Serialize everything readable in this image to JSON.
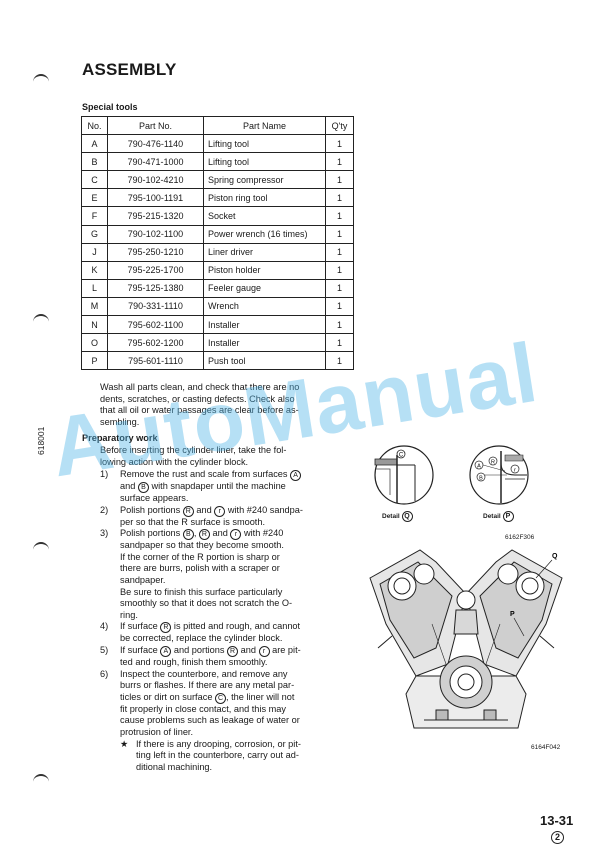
{
  "page": {
    "title": "ASSEMBLY",
    "side_code": "618001",
    "page_number": "13-31",
    "revision": "2",
    "watermark": "AutoManual"
  },
  "special_tools": {
    "heading": "Special tools",
    "columns": [
      "No.",
      "Part No.",
      "Part Name",
      "Q'ty"
    ],
    "rows": [
      [
        "A",
        "790-476-1140",
        "Lifting tool",
        "1"
      ],
      [
        "B",
        "790-471-1000",
        "Lifting tool",
        "1"
      ],
      [
        "C",
        "790-102-4210",
        "Spring compressor",
        "1"
      ],
      [
        "E",
        "795-100-1191",
        "Piston ring tool",
        "1"
      ],
      [
        "F",
        "795-215-1320",
        "Socket",
        "1"
      ],
      [
        "G",
        "790-102-1100",
        "Power wrench (16 times)",
        "1"
      ],
      [
        "J",
        "795-250-1210",
        "Liner driver",
        "1"
      ],
      [
        "K",
        "795-225-1700",
        "Piston holder",
        "1"
      ],
      [
        "L",
        "795-125-1380",
        "Feeler gauge",
        "1"
      ],
      [
        "M",
        "790-331-1110",
        "Wrench",
        "1"
      ],
      [
        "N",
        "795-602-1100",
        "Installer",
        "1"
      ],
      [
        "O",
        "795-602-1200",
        "Installer",
        "1"
      ],
      [
        "P",
        "795-601-1110",
        "Push tool",
        "1"
      ]
    ]
  },
  "text": {
    "wash": [
      "Wash all parts clean, and check that there are no",
      "dents, scratches, or casting defects. Check also",
      "that all oil or water passages are clear before as-",
      "sembling."
    ],
    "prep_heading": "Preparatory work",
    "prep_intro": [
      "Before inserting the cylinder liner, take the fol-",
      "lowing action with the cylinder block."
    ],
    "steps": [
      {
        "num": "1)",
        "lines": [
          "Remove the rust and scale from surfaces",
          "and",
          "with snapdaper until the machine",
          "surface appears."
        ]
      },
      {
        "num": "2)",
        "lines": [
          "Polish portions",
          "and",
          "with #240 sandpa-",
          "per so that the R surface is smooth."
        ]
      },
      {
        "num": "3)",
        "lines": [
          "Polish portions",
          ",",
          "and",
          "with #240",
          "sandpaper so that they become smooth.",
          "If the corner of the R portion is sharp or",
          "there are burrs, polish with a scraper or",
          "sandpaper.",
          "Be sure to finish this surface particularly",
          "smoothly so that it does not scratch the O-",
          "ring."
        ]
      },
      {
        "num": "4)",
        "lines": [
          "If surface",
          "is pitted and rough, and cannot",
          "be corrected, replace the cylinder block."
        ]
      },
      {
        "num": "5)",
        "lines": [
          "If surface",
          "and portions",
          "and",
          "are pit-",
          "ted and rough, finish them smoothly."
        ]
      },
      {
        "num": "6)",
        "lines": [
          "Inspect the counterbore, and remove any",
          "burrs or flashes. If there are any metal par-",
          "ticles or dirt on surface",
          ", the liner will not",
          "fit properly in close contact, and this may",
          "cause problems such as leakage of water or",
          "protrusion of liner."
        ]
      }
    ],
    "star_symbol": "★",
    "star_lines": [
      "If there is any drooping, corrosion, or pit-",
      "ting left in the counterbore, carry out ad-",
      "ditional machining."
    ]
  },
  "circled": {
    "A": "A",
    "B": "B",
    "R": "R",
    "r": "r",
    "C": "C",
    "Q": "Q",
    "P": "P"
  },
  "figures": {
    "detail_q_label": "Detail",
    "detail_p_label": "Detail",
    "fig1_code": "6162F306",
    "fig2_code": "6164F042",
    "label_q": "Q",
    "label_p": "P",
    "det_c": "C",
    "det_a": "A",
    "det_b": "B",
    "det_r_upper": "R",
    "det_r_lower": "r"
  }
}
